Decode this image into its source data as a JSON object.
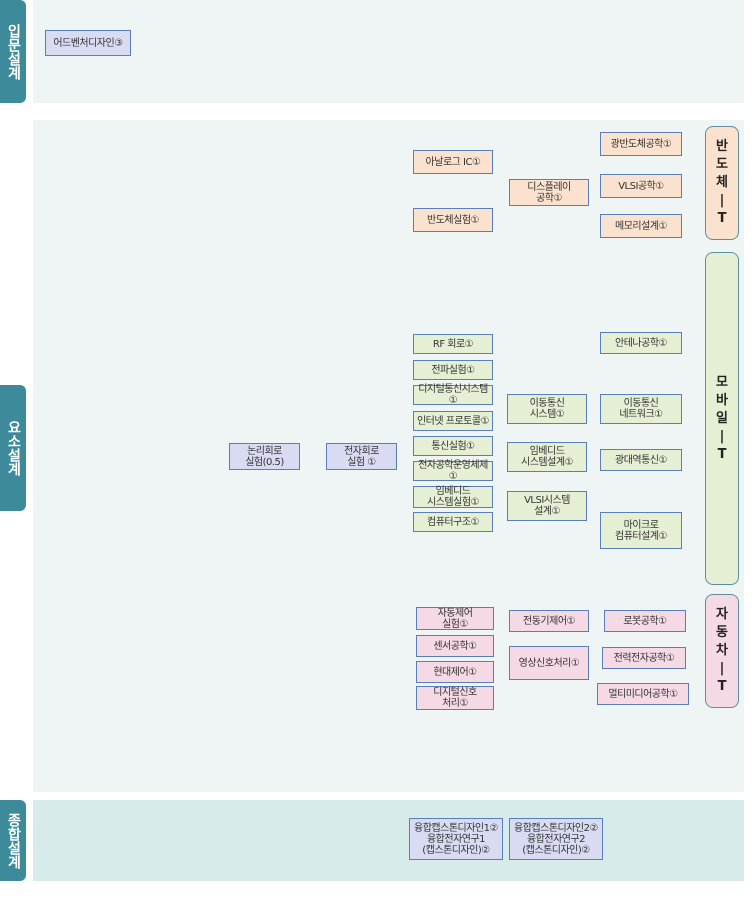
{
  "tabs": {
    "intro": "입문설계",
    "element": "요소설계",
    "general": "종합설계"
  },
  "tracks": {
    "semiconductor": "반\n도\n체\n|\nT",
    "mobile": "모\n바\n일\n|\nT",
    "automotive": "자\n동\n차\n|\nT"
  },
  "courses": {
    "venture_design": "어드벤처디자인③",
    "logic_circuit_lab": "논리회로\n실험(0.5)",
    "electronic_circuit_lab": "전자회로\n실험 ①",
    "analog_ic": "아날로그 IC①",
    "semiconductor_lab": "반도체실험①",
    "display_eng": "디스플레이\n공학①",
    "opto_semi": "광반도체공학①",
    "vlsi_eng": "VLSI공학①",
    "memory_design": "메모리설계①",
    "rf_circuit": "RF 회로①",
    "wave_lab": "전파실험①",
    "digital_comm": "디지털통신시스템①",
    "internet_protocol": "인터넷 프로토콜①",
    "comm_lab": "통신실험①",
    "electronics_os": "전자공학운영체제①",
    "embedded_lab": "임베디드\n시스템실험①",
    "computer_arch": "컴퓨터구조①",
    "mobile_comm_sys": "이동통신\n시스템①",
    "embedded_design": "임베디드\n시스템설계①",
    "vlsi_sys_design": "VLSI시스템\n설계①",
    "antenna_eng": "안테나공학①",
    "mobile_network": "이동통신\n네트워크①",
    "broadband_comm": "광대역통신①",
    "micro_design": "마이크로\n컴퓨터설계①",
    "auto_control_lab": "자동제어\n실험①",
    "sensor_eng": "센서공학①",
    "modern_control": "현대제어①",
    "dsp": "디지털신호\n처리①",
    "motor_control": "전동기제어①",
    "image_processing": "영상신호처리①",
    "robot_eng": "로봇공학①",
    "power_electronics": "전력전자공학①",
    "multimedia_eng": "멀티미디어공학①",
    "capstone1": "융합캡스톤디자인1②\n융합전자연구1\n(캡스톤디자인)②",
    "capstone2": "융합캡스톤디자인2②\n융합전자연구2\n(캡스톤디자인)②"
  }
}
